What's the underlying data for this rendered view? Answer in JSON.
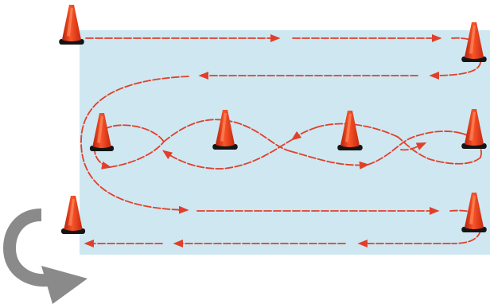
{
  "diagram": {
    "colors": {
      "field": "#cfe7f1",
      "path": "#e0402a",
      "cone": "#f13a12",
      "cone_dark": "#b5200a",
      "cone_base": "#151515",
      "turn_arrow": "#8a8a8a"
    },
    "cones": [
      {
        "name": "start-cone"
      },
      {
        "name": "top-right-cone"
      },
      {
        "name": "weave-cone-1"
      },
      {
        "name": "weave-cone-2"
      },
      {
        "name": "weave-cone-3"
      },
      {
        "name": "weave-cone-4"
      },
      {
        "name": "bottom-right-cone"
      },
      {
        "name": "finish-cone"
      }
    ],
    "turn_arrow_icon": "return-arrow-icon"
  }
}
